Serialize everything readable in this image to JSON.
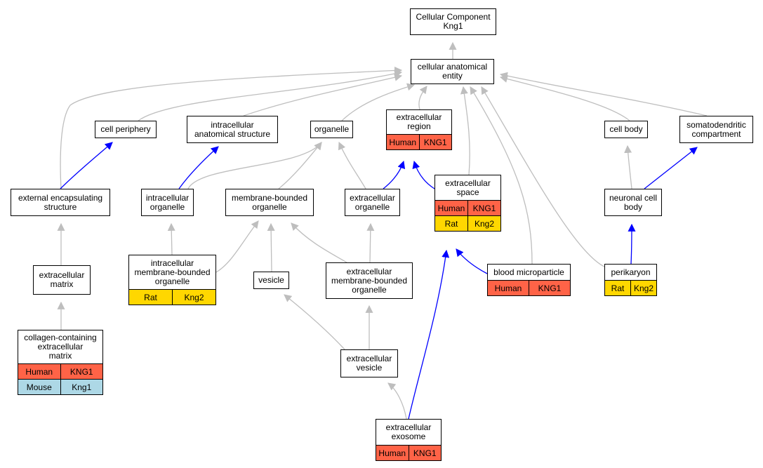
{
  "colors": {
    "Human": "#ff6347",
    "Rat": "#ffd700",
    "Mouse": "#add8e6",
    "edge_gray": "#bebebe",
    "edge_blue": "#0000ff"
  },
  "nodes": [
    {
      "id": "cc_kng1",
      "label": "Cellular Component\nKng1",
      "annotations": []
    },
    {
      "id": "cae",
      "label": "cellular anatomical\nentity",
      "annotations": []
    },
    {
      "id": "cell_periphery",
      "label": "cell periphery",
      "annotations": []
    },
    {
      "id": "ias",
      "label": "intracellular\nanatomical structure",
      "annotations": []
    },
    {
      "id": "organelle",
      "label": "organelle",
      "annotations": []
    },
    {
      "id": "ecr",
      "label": "extracellular\nregion",
      "annotations": [
        {
          "species": "Human",
          "gene": "KNG1"
        }
      ]
    },
    {
      "id": "cell_body",
      "label": "cell body",
      "annotations": []
    },
    {
      "id": "somato",
      "label": "somatodendritic\ncompartment",
      "annotations": []
    },
    {
      "id": "ees",
      "label": "external encapsulating\nstructure",
      "annotations": []
    },
    {
      "id": "io",
      "label": "intracellular\norganelle",
      "annotations": []
    },
    {
      "id": "mbo",
      "label": "membrane-bounded\norganelle",
      "annotations": []
    },
    {
      "id": "eco",
      "label": "extracellular\norganelle",
      "annotations": []
    },
    {
      "id": "ecs",
      "label": "extracellular\nspace",
      "annotations": [
        {
          "species": "Human",
          "gene": "KNG1"
        },
        {
          "species": "Rat",
          "gene": "Kng2"
        }
      ]
    },
    {
      "id": "ncb",
      "label": "neuronal cell\nbody",
      "annotations": []
    },
    {
      "id": "ecm",
      "label": "extracellular\nmatrix",
      "annotations": []
    },
    {
      "id": "imbo",
      "label": "intracellular\nmembrane-bounded\norganelle",
      "annotations": [
        {
          "species": "Rat",
          "gene": "Kng2"
        }
      ]
    },
    {
      "id": "vesicle",
      "label": "vesicle",
      "annotations": []
    },
    {
      "id": "embo",
      "label": "extracellular\nmembrane-bounded\norganelle",
      "annotations": []
    },
    {
      "id": "bmp",
      "label": "blood microparticle",
      "annotations": [
        {
          "species": "Human",
          "gene": "KNG1"
        }
      ]
    },
    {
      "id": "perikaryon",
      "label": "perikaryon",
      "annotations": [
        {
          "species": "Rat",
          "gene": "Kng2"
        }
      ]
    },
    {
      "id": "ccecm",
      "label": "collagen-containing\nextracellular\nmatrix",
      "annotations": [
        {
          "species": "Human",
          "gene": "KNG1"
        },
        {
          "species": "Mouse",
          "gene": "Kng1"
        }
      ]
    },
    {
      "id": "ecv",
      "label": "extracellular\nvesicle",
      "annotations": []
    },
    {
      "id": "exosome",
      "label": "extracellular\nexosome",
      "annotations": [
        {
          "species": "Human",
          "gene": "KNG1"
        }
      ]
    }
  ],
  "edges": [
    {
      "from": "cae",
      "to": "cc_kng1",
      "color": "gray"
    },
    {
      "from": "cell_periphery",
      "to": "cae",
      "color": "gray"
    },
    {
      "from": "ias",
      "to": "cae",
      "color": "gray"
    },
    {
      "from": "organelle",
      "to": "cae",
      "color": "gray"
    },
    {
      "from": "ecr",
      "to": "cae",
      "color": "gray"
    },
    {
      "from": "cell_body",
      "to": "cae",
      "color": "gray"
    },
    {
      "from": "somato",
      "to": "cae",
      "color": "gray"
    },
    {
      "from": "ees",
      "to": "cae",
      "color": "gray"
    },
    {
      "from": "ecs",
      "to": "cae",
      "color": "gray"
    },
    {
      "from": "bmp",
      "to": "cae",
      "color": "gray"
    },
    {
      "from": "perikaryon",
      "to": "cae",
      "color": "gray"
    },
    {
      "from": "ees",
      "to": "cell_periphery",
      "color": "blue"
    },
    {
      "from": "io",
      "to": "ias",
      "color": "blue"
    },
    {
      "from": "io",
      "to": "organelle",
      "color": "gray"
    },
    {
      "from": "mbo",
      "to": "organelle",
      "color": "gray"
    },
    {
      "from": "eco",
      "to": "organelle",
      "color": "gray"
    },
    {
      "from": "eco",
      "to": "ecr",
      "color": "blue"
    },
    {
      "from": "ecs",
      "to": "ecr",
      "color": "blue"
    },
    {
      "from": "ncb",
      "to": "cell_body",
      "color": "gray"
    },
    {
      "from": "ncb",
      "to": "somato",
      "color": "blue"
    },
    {
      "from": "ecm",
      "to": "ees",
      "color": "gray"
    },
    {
      "from": "imbo",
      "to": "io",
      "color": "gray"
    },
    {
      "from": "imbo",
      "to": "mbo",
      "color": "gray"
    },
    {
      "from": "vesicle",
      "to": "mbo",
      "color": "gray"
    },
    {
      "from": "embo",
      "to": "mbo",
      "color": "gray"
    },
    {
      "from": "embo",
      "to": "eco",
      "color": "gray"
    },
    {
      "from": "bmp",
      "to": "ecs",
      "color": "blue"
    },
    {
      "from": "exosome",
      "to": "ecs",
      "color": "blue"
    },
    {
      "from": "perikaryon",
      "to": "ncb",
      "color": "blue"
    },
    {
      "from": "ccecm",
      "to": "ecm",
      "color": "gray"
    },
    {
      "from": "ecv",
      "to": "vesicle",
      "color": "gray"
    },
    {
      "from": "ecv",
      "to": "embo",
      "color": "gray"
    },
    {
      "from": "exosome",
      "to": "ecv",
      "color": "gray"
    }
  ]
}
